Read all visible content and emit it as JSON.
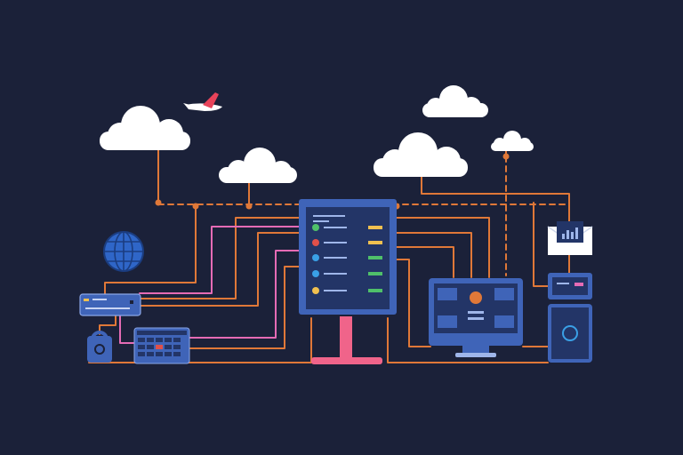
{
  "colors": {
    "background": "#1b2139",
    "cloud": "#ffffff",
    "device_blue": "#3f64b8",
    "device_dark": "#233567",
    "wire_orange": "#e07838",
    "wire_pink": "#e56bb5",
    "stand_pink": "#f0648a",
    "status_green": "#4fc06a",
    "status_red": "#e0504a",
    "status_blue": "#3aa0e6",
    "status_yellow": "#f0c050"
  },
  "icons": {
    "central_server": "server-rack-icon",
    "globe": "globe-icon",
    "router": "router-icon",
    "calendar_panel": "calendar-grid-icon",
    "lock": "padlock-icon",
    "desktop": "desktop-monitor-icon",
    "mail": "envelope-chart-icon",
    "storage": "storage-device-icon",
    "plane": "airplane-icon",
    "cloud": "cloud-icon"
  },
  "server_list": {
    "row_status": [
      "green",
      "red",
      "blue",
      "blue",
      "yellow"
    ]
  }
}
